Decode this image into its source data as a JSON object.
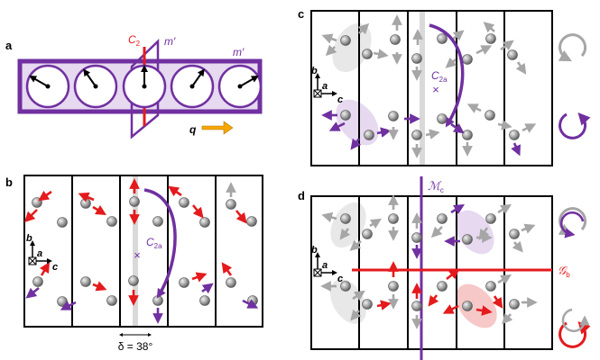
{
  "panels": {
    "a": {
      "label": "a",
      "c2": "C",
      "c2_sub": "2",
      "m1": "m′",
      "m2": "m′",
      "q": "q"
    },
    "b": {
      "label": "b",
      "c2a": "C",
      "c2a_sub": "2a",
      "delta": "δ = 38°"
    },
    "c": {
      "label": "c",
      "c2a": "C",
      "c2a_sub": "2a"
    },
    "d": {
      "label": "d",
      "mc": "ℳ",
      "mc_sub": "c",
      "gb": "𝒢",
      "gb_sub": "b"
    }
  },
  "axes": {
    "b": "b",
    "a": "a",
    "c": "c"
  },
  "colors": {
    "purple": "#7030a0",
    "light_purple": "#e6d9f0",
    "red": "#e41a1c",
    "grey_arrow": "#a6a6a6",
    "orange": "#f7a600",
    "ellipse_grey": "#e8e8e8",
    "ellipse_red": "#f6c8c8"
  }
}
